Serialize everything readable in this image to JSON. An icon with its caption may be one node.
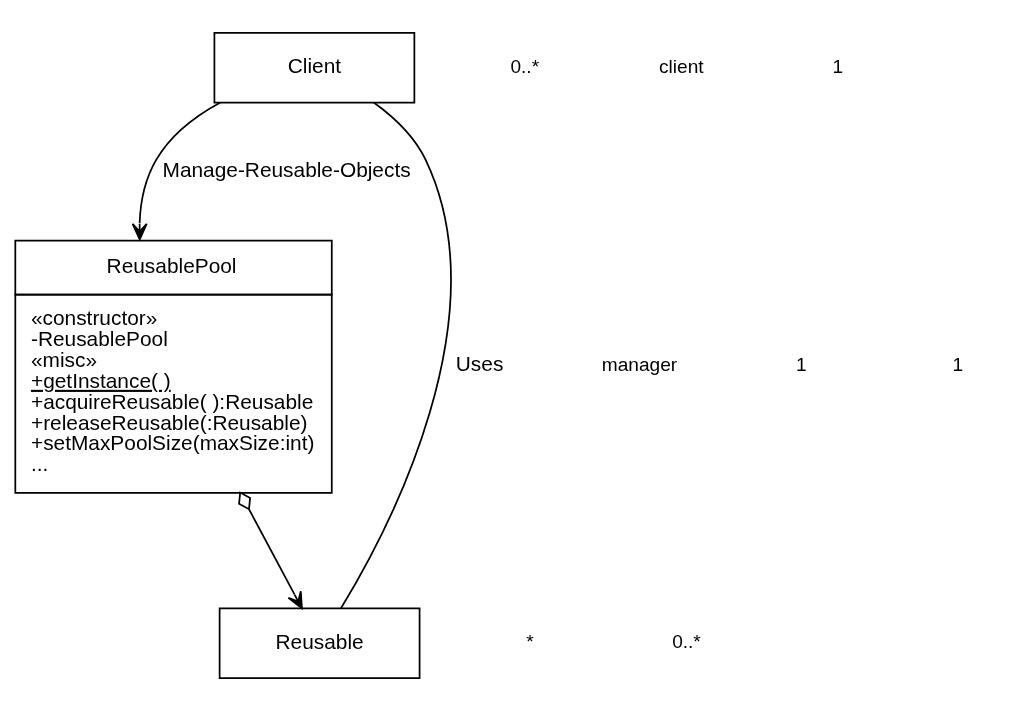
{
  "diagram": {
    "nodes": [
      {
        "text": [
          "Client"
        ]
      },
      {
        "text": [
          "ReusablePool",
          "«constructor»",
          "-ReusablePool",
          "«misc»",
          "+getInstance( )",
          "+acquireReusable( ):Reusable",
          "+releaseReusable(:Reusable)",
          "+setMaxPoolSize(maxSize:int)",
          "..."
        ]
      },
      {
        "text": [
          "Reusable"
        ]
      }
    ],
    "edges": [
      {
        "from": 0,
        "to": 1,
        "arrow": "to",
        "label": "Manage-Reusable-Objects"
      },
      {
        "from": 0,
        "to": 2,
        "arrow": "none",
        "label": "Uses"
      },
      {
        "from": 1,
        "to": 2,
        "arrow": "to"
      }
    ],
    "labels": [
      "0..*",
      "client",
      "manager",
      "1",
      "1",
      "*",
      "1",
      "0..*"
    ]
  }
}
